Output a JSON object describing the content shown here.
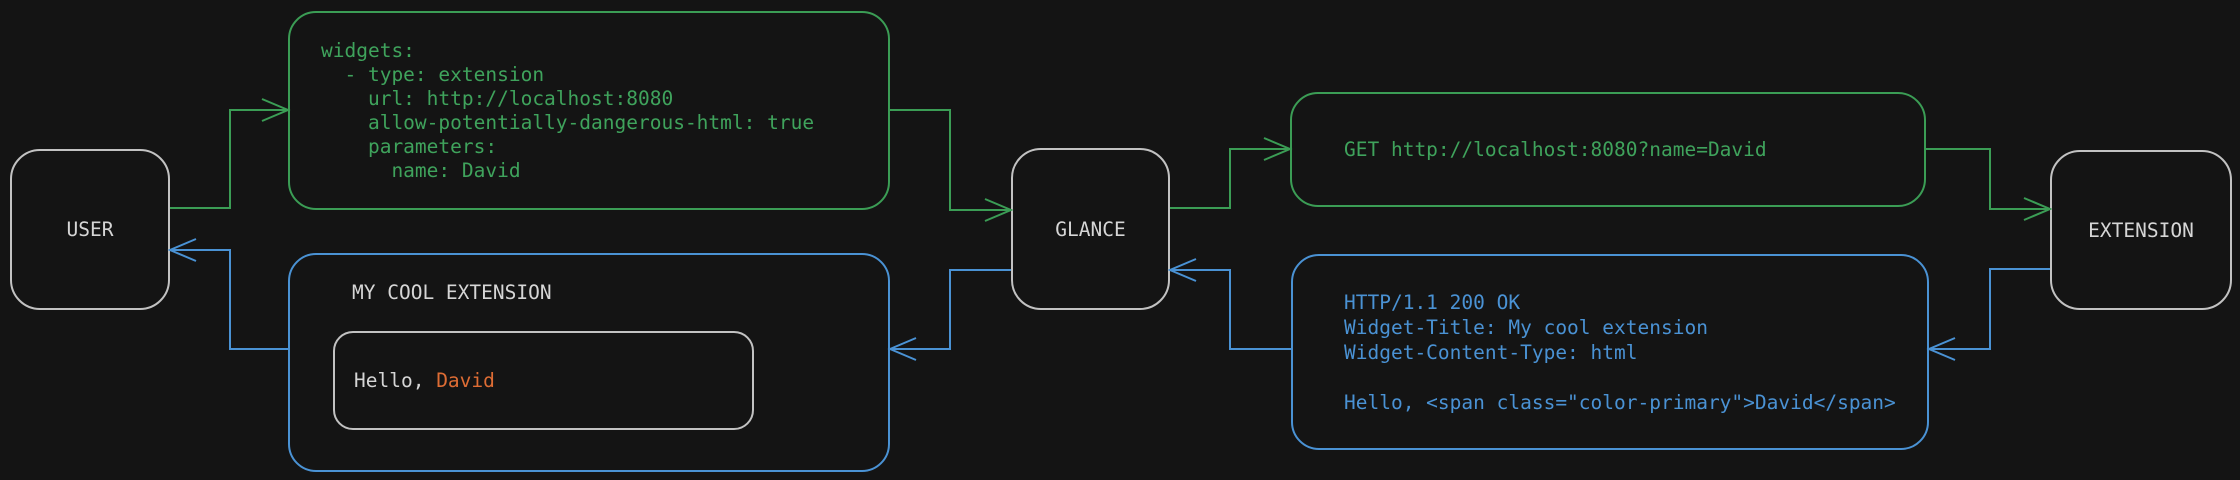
{
  "colors": {
    "bg": "#141414",
    "green": "#3b9d55",
    "green_text": "#3fa35c",
    "blue": "#4a92d4",
    "orange": "#dd6c34",
    "border_gray": "#c2c2c2",
    "text_gray": "#d6d6d6"
  },
  "nodes": {
    "user": {
      "label": "USER"
    },
    "glance": {
      "label": "GLANCE"
    },
    "extension": {
      "label": "EXTENSION"
    }
  },
  "config_box": {
    "lines": [
      "widgets:",
      "  - type: extension",
      "    url: http://localhost:8080",
      "    allow-potentially-dangerous-html: true",
      "    parameters:",
      "      name: David"
    ]
  },
  "request_box": {
    "text": "GET http://localhost:8080?name=David"
  },
  "response_box": {
    "lines": [
      "HTTP/1.1 200 OK",
      "Widget-Title: My cool extension",
      "Widget-Content-Type: html",
      "",
      "Hello, <span class=\"color-primary\">David</span>"
    ]
  },
  "widget_box": {
    "title": "MY COOL EXTENSION",
    "greeting_prefix": "Hello, ",
    "greeting_name": "David"
  }
}
